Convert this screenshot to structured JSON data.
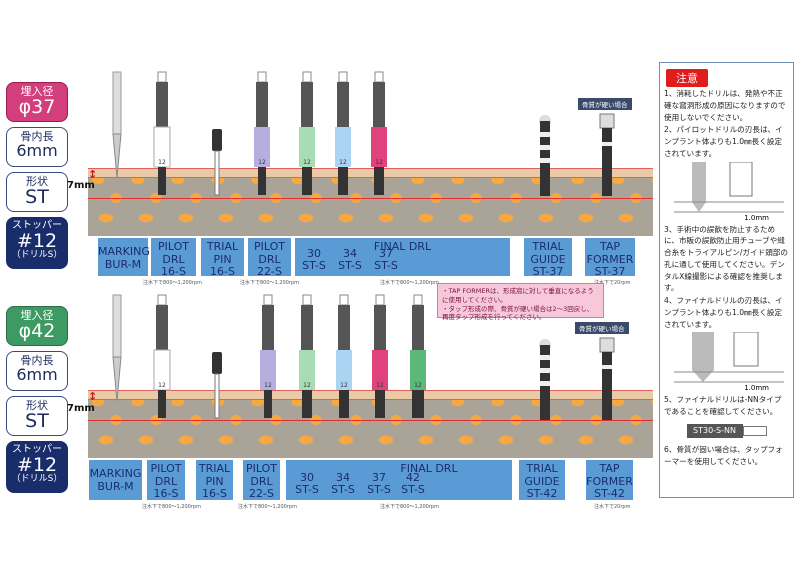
{
  "sections": [
    {
      "id": "d37",
      "spec": {
        "diameter_label": "埋入径",
        "diameter_value": "φ37",
        "diameter_color": "#d33e7c",
        "length_label": "骨内長",
        "length_value": "6mm",
        "shape_label": "形状",
        "shape_value": "ST",
        "stopper_label": "ストッパー",
        "stopper_value": "#12",
        "stopper_sub": "（ドリルS）"
      },
      "depth_label": "7mm",
      "tools": [
        {
          "name": "MARKING",
          "line2": "BUR-M",
          "line3": ""
        },
        {
          "name": "PILOT",
          "line2": "DRL",
          "line3": "16-S",
          "band": "12",
          "color": "#ffffff"
        },
        {
          "name": "TRIAL",
          "line2": "PIN",
          "line3": "16-S"
        },
        {
          "name": "PILOT",
          "line2": "DRL",
          "line3": "22-S",
          "band": "12",
          "color": "#b7aee0"
        }
      ],
      "final_drl": {
        "title": "FINAL DRL",
        "items": [
          {
            "size": "30",
            "type": "ST-S",
            "band": "12",
            "color": "#a8dcb4"
          },
          {
            "size": "34",
            "type": "ST-S",
            "band": "12",
            "color": "#aad4f2"
          },
          {
            "size": "37",
            "type": "ST-S",
            "band": "12",
            "color": "#e0427e"
          }
        ]
      },
      "trial_guide": {
        "line1": "TRIAL",
        "line2": "GUIDE",
        "line3": "ST-37"
      },
      "tap_former": {
        "line1": "TAP",
        "line2": "FORMER",
        "line3": "ST-37"
      },
      "hard_bone_tag": "骨質が硬い場合",
      "notes": {
        "pilot1": "注水下で800～1,200rpm",
        "pilot2": "注水下で800～1,200rpm",
        "final": "注水下で800～1,200rpm",
        "tap": "注水下で20rpm"
      }
    },
    {
      "id": "d42",
      "spec": {
        "diameter_label": "埋入径",
        "diameter_value": "φ42",
        "diameter_color": "#3e9a63",
        "length_label": "骨内長",
        "length_value": "6mm",
        "shape_label": "形状",
        "shape_value": "ST",
        "stopper_label": "ストッパー",
        "stopper_value": "#12",
        "stopper_sub": "（ドリルS）"
      },
      "depth_label": "7mm",
      "tools": [
        {
          "name": "MARKING",
          "line2": "BUR-M",
          "line3": ""
        },
        {
          "name": "PILOT",
          "line2": "DRL",
          "line3": "16-S",
          "band": "12",
          "color": "#ffffff"
        },
        {
          "name": "TRIAL",
          "line2": "PIN",
          "line3": "16-S"
        },
        {
          "name": "PILOT",
          "line2": "DRL",
          "line3": "22-S",
          "band": "12",
          "color": "#b7aee0"
        }
      ],
      "final_drl": {
        "title": "FINAL DRL",
        "items": [
          {
            "size": "30",
            "type": "ST-S",
            "band": "12",
            "color": "#a8dcb4"
          },
          {
            "size": "34",
            "type": "ST-S",
            "band": "12",
            "color": "#aad4f2"
          },
          {
            "size": "37",
            "type": "ST-S",
            "band": "12",
            "color": "#e0427e"
          },
          {
            "size": "42",
            "type": "ST-S",
            "band": "12",
            "color": "#5cb879"
          }
        ]
      },
      "trial_guide": {
        "line1": "TRIAL",
        "line2": "GUIDE",
        "line3": "ST-42"
      },
      "tap_former": {
        "line1": "TAP",
        "line2": "FORMER",
        "line3": "ST-42"
      },
      "hard_bone_tag": "骨質が硬い場合",
      "notes": {
        "pilot1": "注水下で800～1,200rpm",
        "pilot2": "注水下で800～1,200rpm",
        "final": "注水下で800～1,200rpm",
        "tap": "注水下で20rpm"
      }
    }
  ],
  "tap_warning": {
    "line1": "・TAP FORMERは、形成窩に対して垂直になるように使用してください。",
    "line2": "・タップ形成の際、骨質が硬い場合は2～3回戻し、再度タップ形成を行ってください。"
  },
  "caution": {
    "header": "注意",
    "item1": "1、消耗したドリルは、発熱や不正確な窩洞形成の原因になりますので使用しないでください。",
    "item2": "2、パイロットドリルの刃長は、インプラント体よりも1.0㎜長く設定されています。",
    "fig1_label": "1.0mm",
    "item3": "3、手術中の誤飲を防止するために、市販の誤飲防止用チューブや縫合糸をトライアルピン/ガイド頭部の孔に通して使用してください。デンタルX線撮影による確認を推奨します。",
    "item4": "4、ファイナルドリルの刃長は、インプラント体よりも1.0㎜長く設定されています。",
    "fig2_label": "1.0mm",
    "item5": "5、ファイナルドリルは-NNタイプであることを確認してください。",
    "nn_label": "ST30-S-NN",
    "item6": "6、骨質が固い場合は、タップフォーマーを使用してください。"
  }
}
